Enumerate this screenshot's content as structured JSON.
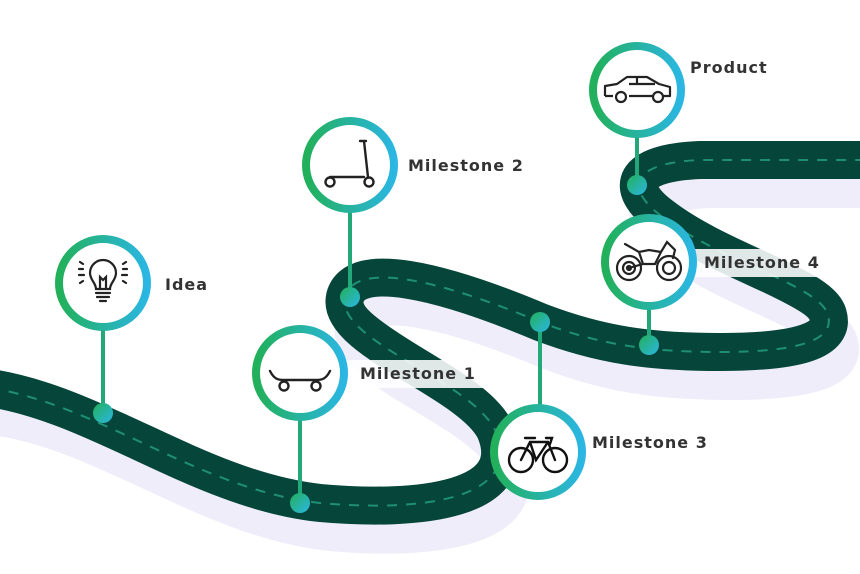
{
  "colors": {
    "road": "#064539",
    "dash": "#1f8f74",
    "ring_start": "#22b05a",
    "ring_end": "#2bb6e3",
    "shadow": "#ecebf8",
    "label": "#333333"
  },
  "milestones": [
    {
      "label": "Idea",
      "icon": "lightbulb-icon"
    },
    {
      "label": "Milestone 1",
      "icon": "skateboard-icon"
    },
    {
      "label": "Milestone 2",
      "icon": "scooter-icon"
    },
    {
      "label": "Milestone 3",
      "icon": "bicycle-icon"
    },
    {
      "label": "Milestone 4",
      "icon": "motorcycle-icon"
    },
    {
      "label": "Product",
      "icon": "car-icon"
    }
  ]
}
